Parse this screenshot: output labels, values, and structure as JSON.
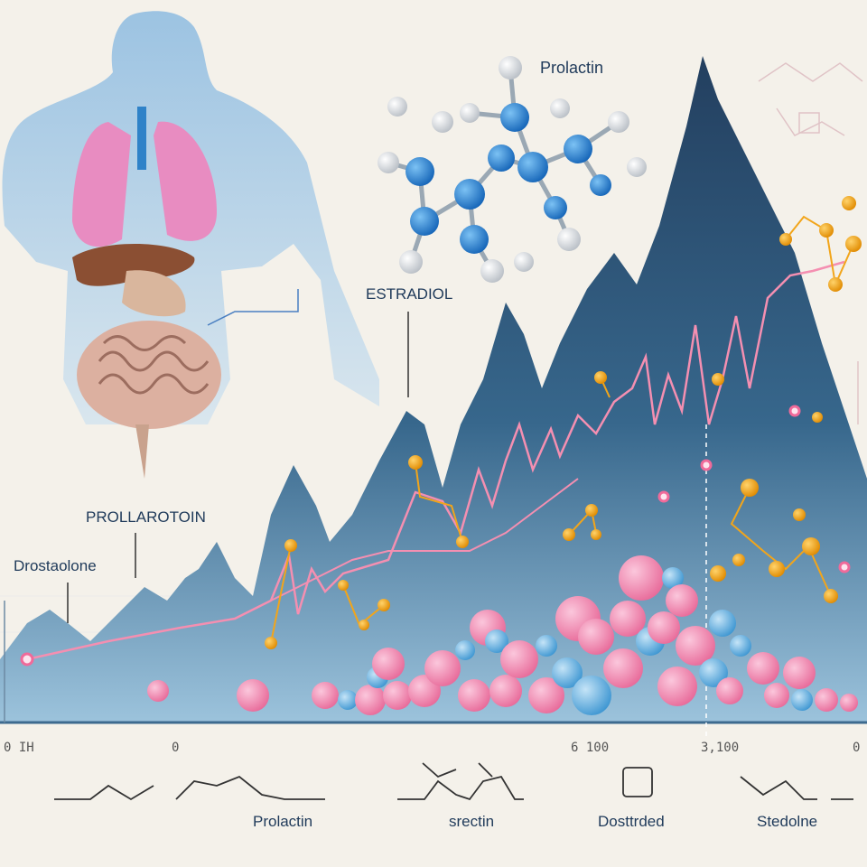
{
  "labels": {
    "prolactin_top": "Prolactin",
    "estradiol": "ESTRADIOL",
    "prolarotoin": "PROLLAROTOIN",
    "drostaolone": "Drostaolone"
  },
  "x_ticks": [
    "0 IH",
    "0",
    "6 100",
    "3,100",
    "0"
  ],
  "bottom_labels": [
    "Prolactin",
    "srectin",
    "Dosttrded",
    "Stedolne"
  ],
  "colors": {
    "background": "#f4f1ea",
    "mountain": "#2f5a7c",
    "pink_line": "#f48fb1",
    "pink_sphere": "#f48aaf",
    "blue_sphere": "#6fb6e4",
    "molecule_blue": "#2e86d6",
    "gold_node": "#f2a51a"
  }
}
